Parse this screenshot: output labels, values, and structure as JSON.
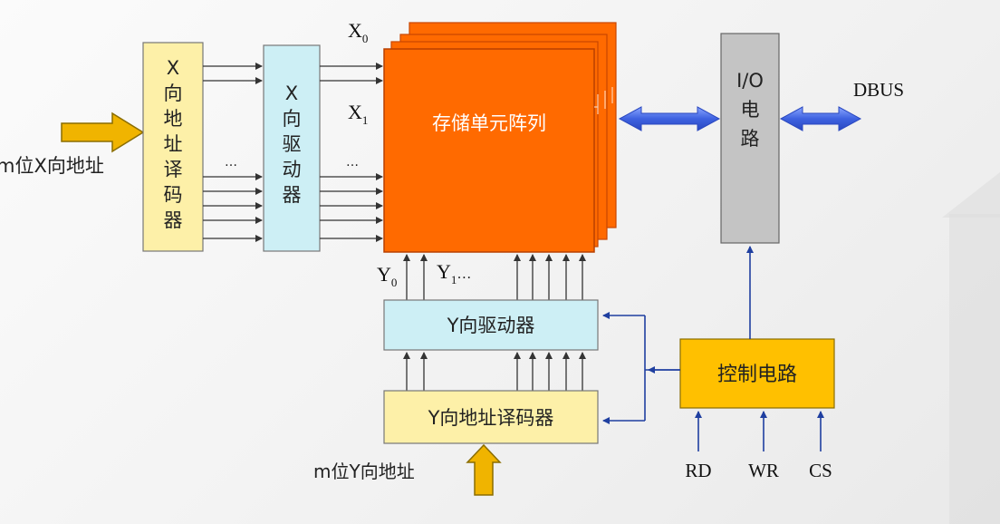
{
  "x_input_label": "m位X向地址",
  "y_input_label": "m位Y向地址",
  "x_decoder_label": "X向地址译码器",
  "x_driver_label": "X向驱动器",
  "memory_array_label": "存储单元阵列",
  "io_circuit_label": "I/O电路",
  "dbus_label": "DBUS",
  "y_driver_label": "Y向驱动器",
  "y_decoder_label": "Y向地址译码器",
  "control_label": "控制电路",
  "x0_label": "X",
  "x0_sub": "0",
  "x1_label": "X",
  "x1_sub": "1",
  "y0_label": "Y",
  "y0_sub": "0",
  "y1_label": "Y",
  "y1_sub": "1",
  "y1_suffix": "…",
  "ellipsis": "…",
  "signals": [
    "RD",
    "WR",
    "CS"
  ],
  "colors": {
    "decoder_fill": "#fdf0a8",
    "driver_fill": "#cdeff5",
    "array_fill": "#ff6a00",
    "io_fill": "#c4c4c4",
    "control_fill": "#ffc000",
    "bus_arrow": "#4a6ee0",
    "input_arrow": "#f0b400",
    "control_line": "#1f3fa0"
  }
}
